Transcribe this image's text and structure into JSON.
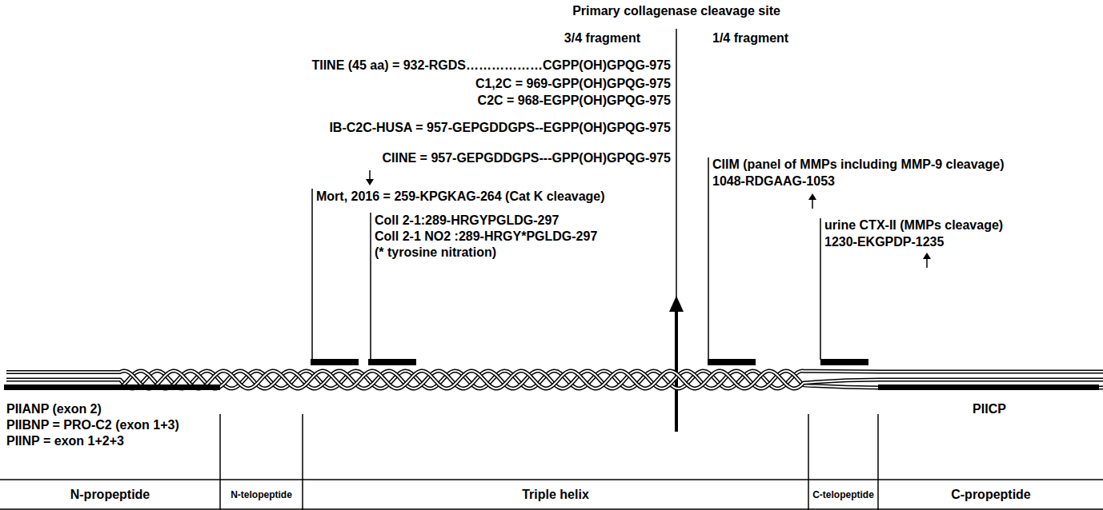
{
  "diagram": {
    "nodes": [
      {
        "text": [
          "PIIANP (exon 2)",
          "PIIBNP = PRO-C2 (exon 1+3)",
          "PIINP = exon 1+2+3"
        ]
      },
      {
        "text": [
          "PIICP"
        ]
      },
      {
        "text": [
          "N-propeptide"
        ]
      },
      {
        "text": [
          "N-telopeptide"
        ]
      },
      {
        "text": [
          "Triple helix"
        ]
      },
      {
        "text": [
          "C-telopeptide"
        ]
      },
      {
        "text": [
          "C-propeptide"
        ]
      }
    ],
    "labels": [
      "Primary collagenase cleavage site",
      "3/4 fragment",
      "1/4 fragment",
      "TIINE (45 aa) = 932-RGDS………………CGPP(OH)GPQG-975",
      "C1,2C = 969-GPP(OH)GPQG-975",
      "C2C = 968-EGPP(OH)GPQG-975",
      "IB-C2C-HUSA = 957-GEPGDDGPS--EGPP(OH)GPQG-975",
      "CIINE = 957-GEPGDDGPS---GPP(OH)GPQG-975",
      "Mort, 2016 = 259-KPGKAG-264 (Cat K cleavage)",
      "Coll 2-1:289-HRGYPGLDG-297",
      "Coll 2-1 NO2 :289-HRGY*PGLDG-297",
      "(* tyrosine nitration)",
      "CIIM (panel of MMPs including MMP-9 cleavage)",
      "1048-RDGAAG-1053",
      "urine CTX-II (MMPs cleavage)",
      "1230-EKGPDP-1235"
    ]
  }
}
